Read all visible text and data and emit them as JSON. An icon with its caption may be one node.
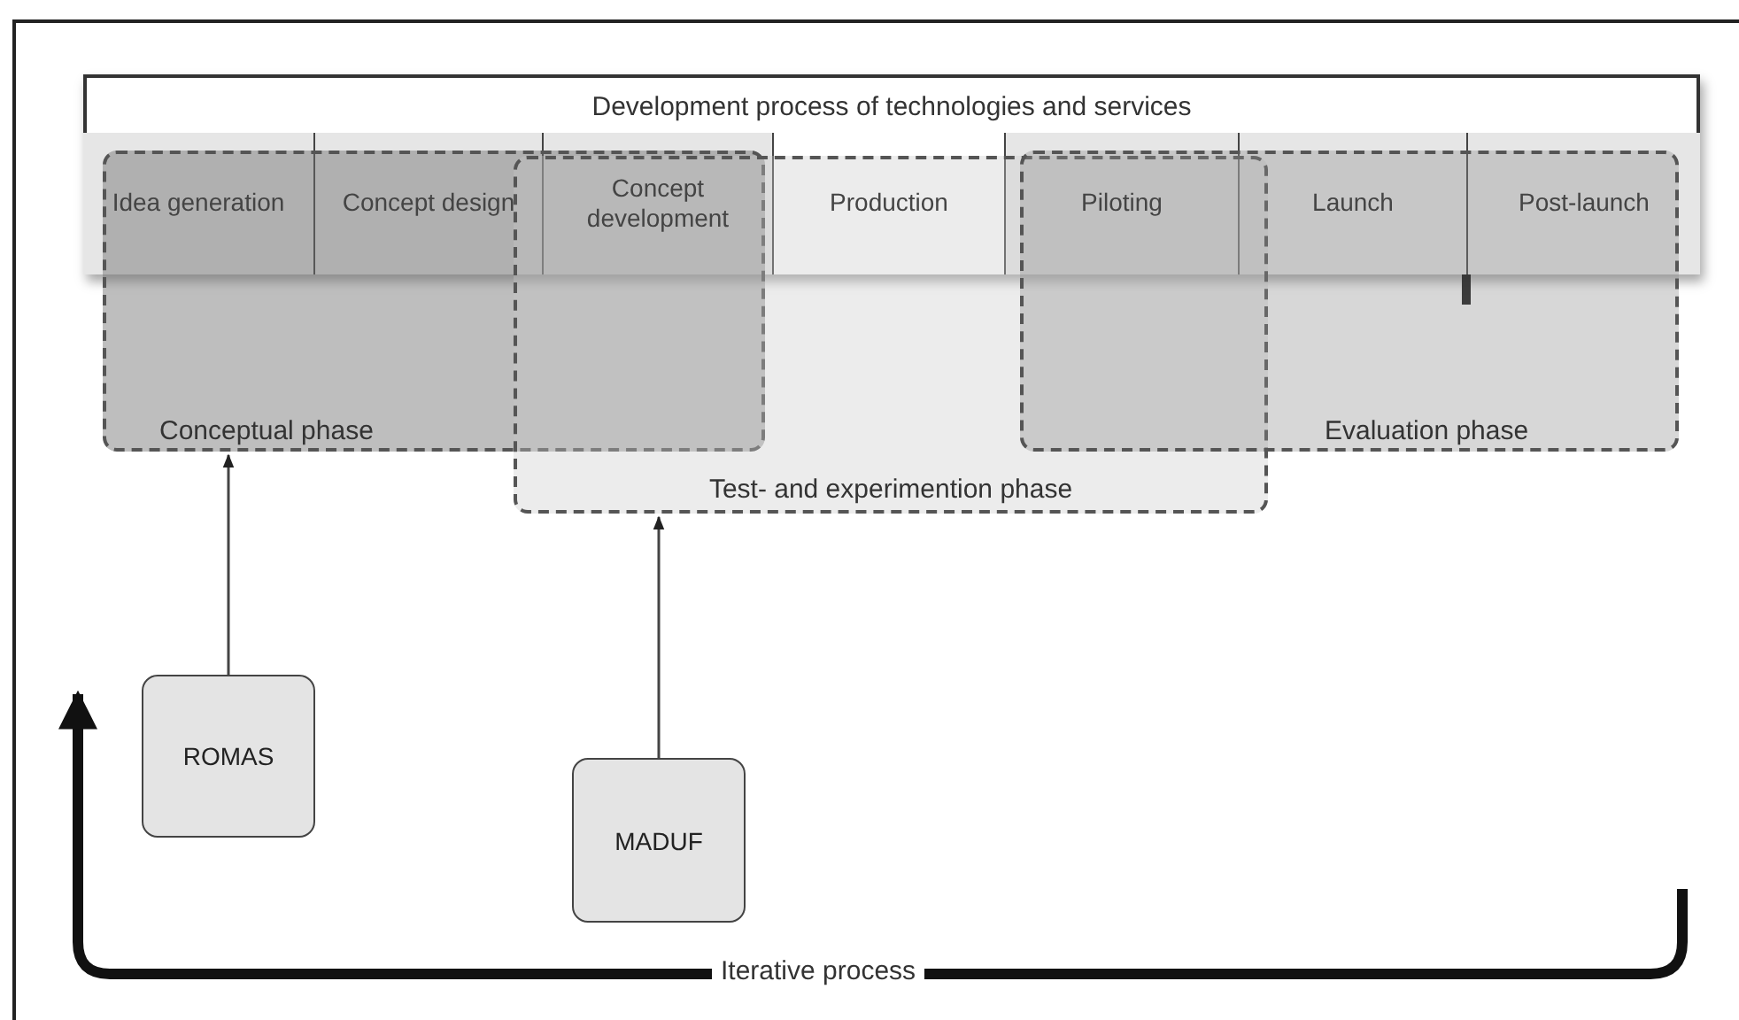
{
  "diagram": {
    "nodes": [
      {
        "text": [
          "Development process of technologies and services"
        ]
      },
      {
        "text": [
          "Idea generation"
        ],
        "in": 0
      },
      {
        "text": [
          "Concept design"
        ],
        "in": 0
      },
      {
        "text": [
          "Concept development"
        ],
        "in": 0
      },
      {
        "text": [
          "Production"
        ],
        "in": 0
      },
      {
        "text": [
          "Piloting"
        ],
        "in": 0
      },
      {
        "text": [
          "Launch"
        ],
        "in": 0
      },
      {
        "text": [
          "Post-launch"
        ],
        "in": 0
      },
      {
        "text": [
          "Conceptual phase"
        ]
      },
      {
        "text": [
          "Test- and experimention phase"
        ]
      },
      {
        "text": [
          "Evaluation phase"
        ]
      },
      {
        "text": [
          "ROMAS"
        ]
      },
      {
        "text": [
          "MADUF"
        ]
      }
    ],
    "edges": [
      {
        "from": 11,
        "to": 8,
        "arrow": "to"
      },
      {
        "from": 12,
        "to": 9,
        "arrow": "to"
      }
    ],
    "labels": [
      "Iterative process"
    ]
  }
}
